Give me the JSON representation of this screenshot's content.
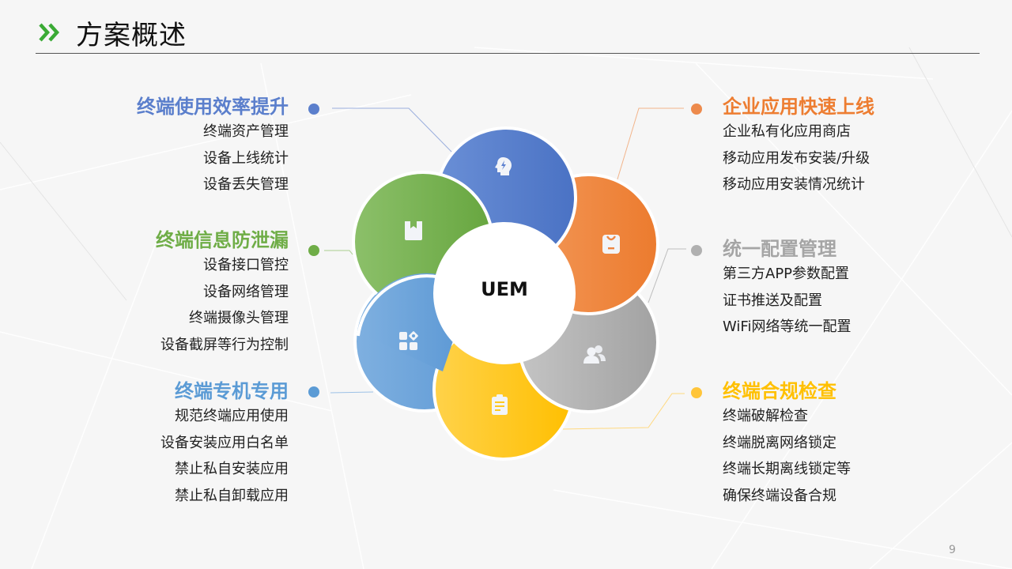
{
  "header": {
    "title": "方案概述",
    "icon": "double-chevron-right-icon",
    "accent": "#3aaa35"
  },
  "center": {
    "label": "UEM"
  },
  "groups": [
    {
      "id": "efficiency",
      "title": "终端使用效率提升",
      "color": "#5b7fcc",
      "icon": "brain-lightning-icon",
      "items": [
        "终端资产管理",
        "设备上线统计",
        "设备丢失管理"
      ]
    },
    {
      "id": "leak-prevention",
      "title": "终端信息防泄漏",
      "color": "#6fad47",
      "icon": "package-box-icon",
      "items": [
        "设备接口管控",
        "设备网络管理",
        "终端摄像头管理",
        "设备截屏等行为控制"
      ]
    },
    {
      "id": "dedicated-use",
      "title": "终端专机专用",
      "color": "#5b9bd5",
      "icon": "app-grid-icon",
      "items": [
        "规范终端应用使用",
        "设备安装应用白名单",
        "禁止私自安装应用",
        "禁止私自卸载应用"
      ]
    },
    {
      "id": "fast-launch",
      "title": "企业应用快速上线",
      "color": "#ed7d31",
      "icon": "shopping-bag-icon",
      "items": [
        "企业私有化应用商店",
        "移动应用发布安装/升级",
        "移动应用安装情况统计"
      ]
    },
    {
      "id": "unified-config",
      "title": "统一配置管理",
      "color": "#a5a5a5",
      "icon": "users-icon",
      "items": [
        "第三方APP参数配置",
        "证书推送及配置",
        "WiFi网络等统一配置"
      ]
    },
    {
      "id": "compliance",
      "title": "终端合规检查",
      "color": "#ffc000",
      "icon": "clipboard-icon",
      "items": [
        "终端破解检查",
        "终端脱离网络锁定",
        "终端长期离线锁定等",
        "确保终端设备合规"
      ]
    }
  ],
  "footer": {
    "page_number": "9"
  }
}
